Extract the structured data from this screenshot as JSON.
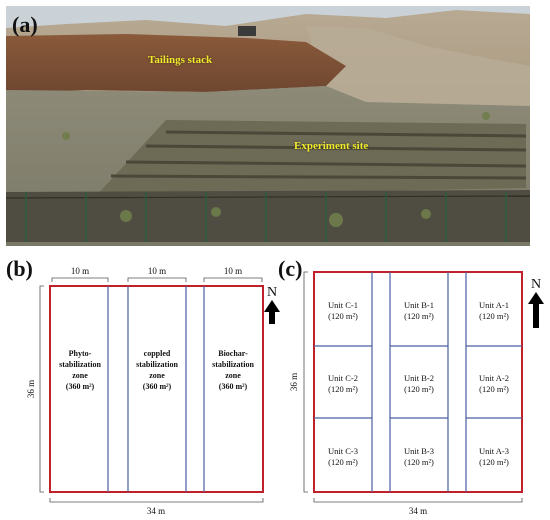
{
  "photo": {
    "letter": "(a)",
    "label_tailings": "Tailings stack",
    "label_site": "Experiment site"
  },
  "panel_b": {
    "letter": "(b)",
    "top_dims": [
      "10 m",
      "10 m",
      "10 m"
    ],
    "side_dim": "36 m",
    "bottom_dim": "34 m",
    "north": "N",
    "zones": [
      {
        "lines": [
          "Phyto-",
          "stabilization",
          "zone"
        ],
        "area": "(360 m²)"
      },
      {
        "lines": [
          "coppled",
          "stabilization",
          "zone"
        ],
        "area": "(360 m²)"
      },
      {
        "lines": [
          "Biochar-",
          "stabilization",
          "zone"
        ],
        "area": "(360 m²)"
      }
    ]
  },
  "panel_c": {
    "letter": "(c)",
    "side_dim": "36 m",
    "bottom_dim": "34 m",
    "north": "N",
    "units": [
      [
        "Unit C-1",
        "Unit B-1",
        "Unit A-1"
      ],
      [
        "Unit C-2",
        "Unit B-2",
        "Unit A-2"
      ],
      [
        "Unit C-3",
        "Unit B-3",
        "Unit A-3"
      ]
    ],
    "unit_area": "(120 m²)"
  },
  "colors": {
    "border_red": "#c0202a",
    "divider_blue": "#4a5fa0",
    "label_yellow": "#f1ea2c"
  }
}
